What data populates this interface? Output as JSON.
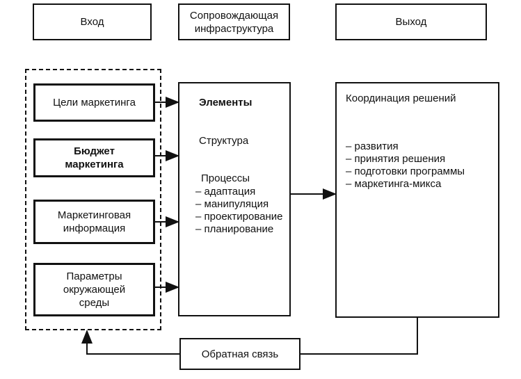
{
  "header": {
    "input": "Вход",
    "infrastructure": "Сопровождающая инфраструктура",
    "output": "Выход"
  },
  "inputs": [
    "Цели маркетинга",
    "Бюджет маркетинга",
    "Маркетинговая информация",
    "Параметры окружающей среды"
  ],
  "infrastructure": {
    "elements": "Элементы",
    "structure": "Структура",
    "processes": "Процессы",
    "process_items": [
      "– адаптация",
      "– манипуляция",
      "– проектирование",
      "– планирование"
    ]
  },
  "output": {
    "title": "Координация решений",
    "items": [
      "– развития",
      "– принятия решения",
      "– подготовки программы",
      "– маркетинга-микса"
    ]
  },
  "feedback": "Обратная связь"
}
